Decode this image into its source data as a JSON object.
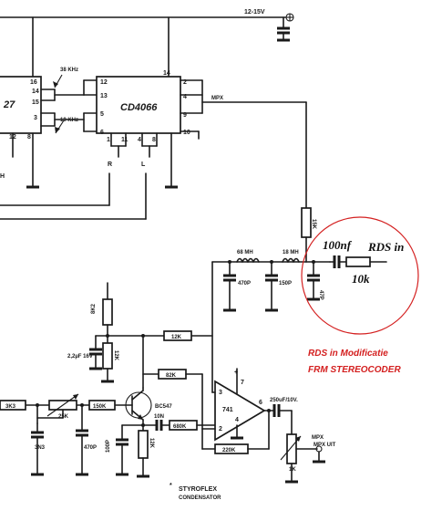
{
  "supply": {
    "voltage": "12-15V"
  },
  "ic_left": {
    "name_partial": "27",
    "pins": [
      "16",
      "14",
      "15",
      "3",
      "12",
      "8"
    ]
  },
  "ic_cd4066": {
    "name": "CD4066",
    "pins_left": [
      "12",
      "13",
      "5",
      "6"
    ],
    "pins_top": [
      "14"
    ],
    "pins_right": [
      "2",
      "4",
      "9",
      "10"
    ],
    "pins_bottom": [
      "1",
      "11",
      "4",
      "8"
    ]
  },
  "freq_labels": {
    "f38": "38 KHz",
    "f19": "19 KHz"
  },
  "channel_labels": {
    "right": "R",
    "left": "L",
    "h": "H"
  },
  "mpx_label": "MPX",
  "components": {
    "r_15k": "15K",
    "l_68mh": "68 MH",
    "l_18mh": "18 MH",
    "c_470p": "470P",
    "c_150p": "150P",
    "c_47p": "47P",
    "r_8k2": "8K2",
    "r_12k_vert": "12K",
    "c_22uf": "2,2µF 16V",
    "r_12k": "12K",
    "r_82k": "82K",
    "r_3k3": "3K3",
    "pot_25k": "25K",
    "c_3n3": "3N3",
    "r_150k": "150K",
    "c_470p_b": "470P",
    "transistor": "BC547",
    "r_680k": "680K",
    "c_100p": "100P",
    "r_12k_b": "12K",
    "c_10n": "10N",
    "opamp": "741",
    "r_220k": "220K",
    "c_250uf": "250uF/10V.",
    "r_1k": "1K",
    "mpx_out": "MPX UIT",
    "opamp_pins": [
      "2",
      "3",
      "4",
      "6",
      "7"
    ]
  },
  "rds_mod": {
    "cap_value": "100nf",
    "res_value": "10k",
    "input_label": "RDS in"
  },
  "caption": {
    "line1": "RDS in Modificatie",
    "line2": "FRM STEREOCODER"
  },
  "footnote": {
    "line1": "STYROFLEX",
    "line2": "CONDENSATOR"
  },
  "colors": {
    "annotation": "#d42020",
    "ink": "#1a1a1a"
  }
}
